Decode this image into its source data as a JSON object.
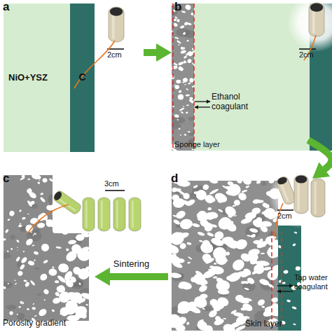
{
  "diagram": {
    "nodes": [
      {
        "text": [
          "a"
        ]
      },
      {
        "text": [
          "NiO+YSZ"
        ],
        "in": 0
      },
      {
        "text": [
          "C"
        ],
        "in": 0
      },
      {
        "text": [
          "b"
        ]
      },
      {
        "text": [
          "c"
        ]
      },
      {
        "text": [
          "d"
        ]
      }
    ],
    "edges": [
      {
        "from": 0,
        "to": 3,
        "arrow": "to"
      },
      {
        "from": 3,
        "to": 5,
        "arrow": "to"
      },
      {
        "from": 5,
        "to": 4,
        "label": "Sintering",
        "arrow": "to"
      }
    ],
    "labels": [
      "2cm",
      "Ethanol coagulant",
      "Sponge layer",
      "2cm",
      "3cm",
      "Porosity gradient",
      "Tap water coagulant",
      "Skin layer",
      "2cm"
    ]
  }
}
